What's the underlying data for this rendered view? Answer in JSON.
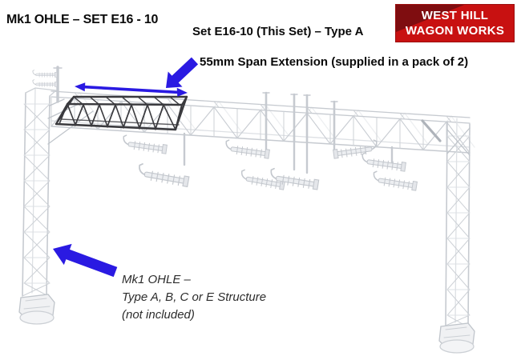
{
  "header": {
    "title": "Mk1 OHLE – SET E16 - 10",
    "set_label": "Set E16-10 (This Set) – Type A"
  },
  "logo": {
    "line1": "WEST HILL",
    "line2": "WAGON WORKS",
    "bg_color": "#c81111",
    "wedge_color": "#7f0d10",
    "text_color": "#ffffff"
  },
  "annotations": {
    "span_extension_label": "55mm Span Extension (supplied in a pack of 2)",
    "structure_note": {
      "line1": "Mk1 OHLE –",
      "line2": "Type A, B, C or E Structure",
      "line3": "(not included)"
    },
    "arrow_color": "#2a1ae2"
  },
  "illustration": {
    "subject": "Mk1 OHLE gantry with highlighted 55mm span extension truss",
    "base_structure_color": "#c6cad0",
    "faint_structure_color": "#dde0e4",
    "highlight_truss_color": "#3a3a3e"
  }
}
